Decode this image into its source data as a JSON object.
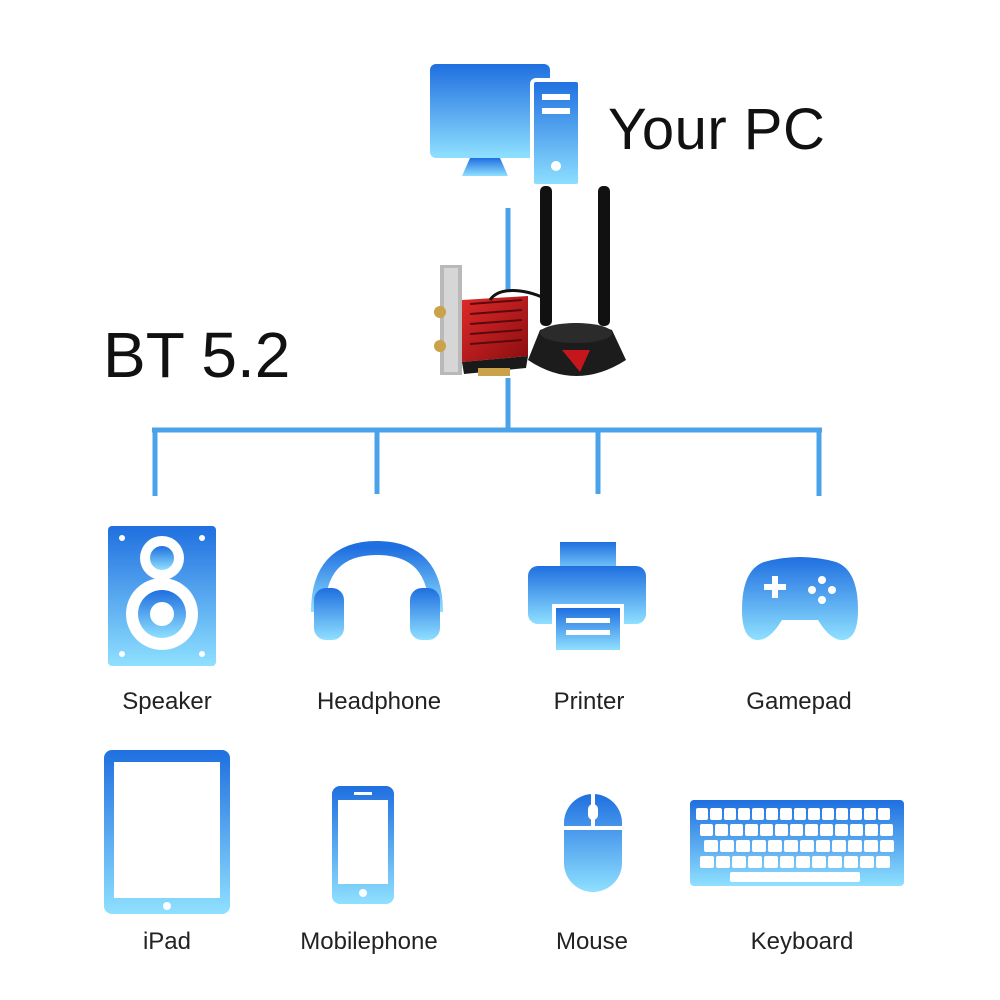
{
  "header": {
    "pc_label": "Your PC",
    "bt_label": "BT 5.2"
  },
  "devices": [
    {
      "label": "Speaker",
      "icon": "speaker-icon"
    },
    {
      "label": "Headphone",
      "icon": "headphone-icon"
    },
    {
      "label": "Printer",
      "icon": "printer-icon"
    },
    {
      "label": "Gamepad",
      "icon": "gamepad-icon"
    },
    {
      "label": "iPad",
      "icon": "tablet-icon"
    },
    {
      "label": "Mobilephone",
      "icon": "phone-icon"
    },
    {
      "label": "Mouse",
      "icon": "mouse-icon"
    },
    {
      "label": "Keyboard",
      "icon": "keyboard-icon"
    }
  ],
  "colors": {
    "line": "#4aa3ea",
    "icon_top": "#1f6fe0",
    "icon_bottom": "#8fe0ff",
    "card_red": "#c4161c",
    "antenna": "#111111"
  }
}
